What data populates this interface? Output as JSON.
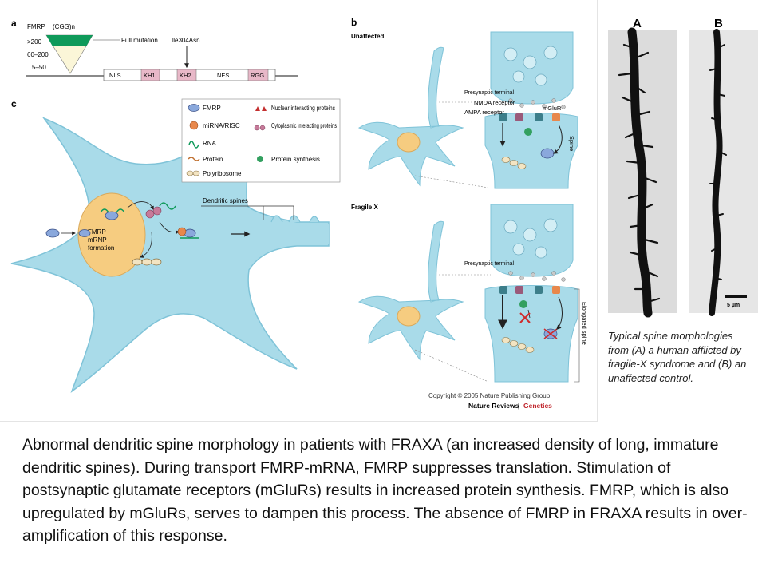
{
  "panel_a": {
    "letter": "a",
    "gene_label": "FMRP",
    "repeat_label": "(CGG)n",
    "ranges": [
      ">200",
      "60–200",
      "5–50"
    ],
    "full_mutation": "Full mutation",
    "mutation": "Ile304Asn",
    "domains": [
      "NLS",
      "KH1",
      "KH2",
      "NES",
      "RGG"
    ]
  },
  "panel_b": {
    "letter": "b",
    "unaffected": "Unaffected",
    "fragile_x": "Fragile X",
    "presynaptic_terminal": "Presynaptic terminal",
    "nmda_receptor": "NMDA receptor",
    "ampa_receptor": "AMPA receptor",
    "mglur": "mGluR",
    "spine": "Spine",
    "elongated_spine": "Elongated spine"
  },
  "panel_c": {
    "letter": "c",
    "legend": [
      {
        "symbol": "fmrp",
        "label": "FMRP"
      },
      {
        "symbol": "nuclear",
        "label": "Nuclear interacting proteins"
      },
      {
        "symbol": "mirna",
        "label": "miRNA/RISC"
      },
      {
        "symbol": "cyto",
        "label": "Cytoplasmic interacting proteins"
      },
      {
        "symbol": "rna",
        "label": "RNA"
      },
      {
        "symbol": "synth",
        "label": "Protein synthesis"
      },
      {
        "symbol": "protein",
        "label": "Protein"
      },
      {
        "symbol": "polyribosome",
        "label": "Polyribosome"
      }
    ],
    "dendritic_spines": "Dendritic spines",
    "nucleus_label": "FMRP mRNP formation"
  },
  "credits": {
    "copyright": "Copyright © 2005 Nature Publishing Group",
    "journal": "Nature Reviews",
    "section": "Genetics"
  },
  "micrograph": {
    "label_a": "A",
    "label_b": "B",
    "scale": "5 µm",
    "caption": "Typical spine morphologies from (A) a human afflicted by fragile-X syndrome and (B) an unaffected control."
  },
  "caption": "Abnormal dendritic spine morphology in patients with FRAXA (an increased density of long, immature dendritic spines). During transport FMRP-mRNA, FMRP suppresses translation. Stimulation of postsynaptic glutamate receptors (mGluRs) results in increased protein synthesis. FMRP, which is also upregulated by mGluRs, serves to dampen this process. The absence of FMRP in FRAXA results in over-amplification of this response.",
  "colors": {
    "cell": "#a9dbe9",
    "cell_edge": "#7fc3d8",
    "nucleus": "#f6cc80",
    "repeat_green": "#0f9a5a",
    "fmrp": "#8aa8dc",
    "mirna": "#e8884c",
    "protein_synthesis": "#33a060"
  }
}
